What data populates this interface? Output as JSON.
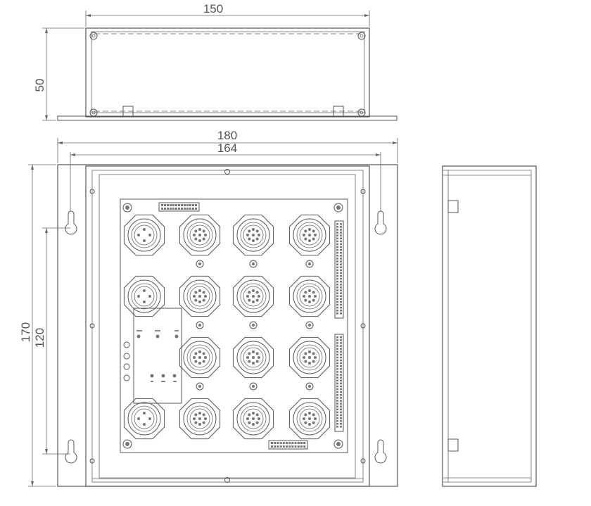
{
  "dimensions": {
    "top_width": "150",
    "top_height": "50",
    "front_outer_width": "180",
    "front_inner_width": "164",
    "front_height": "170",
    "hole_spacing": "120"
  },
  "colors": {
    "line": "#555555",
    "background": "#ffffff"
  }
}
